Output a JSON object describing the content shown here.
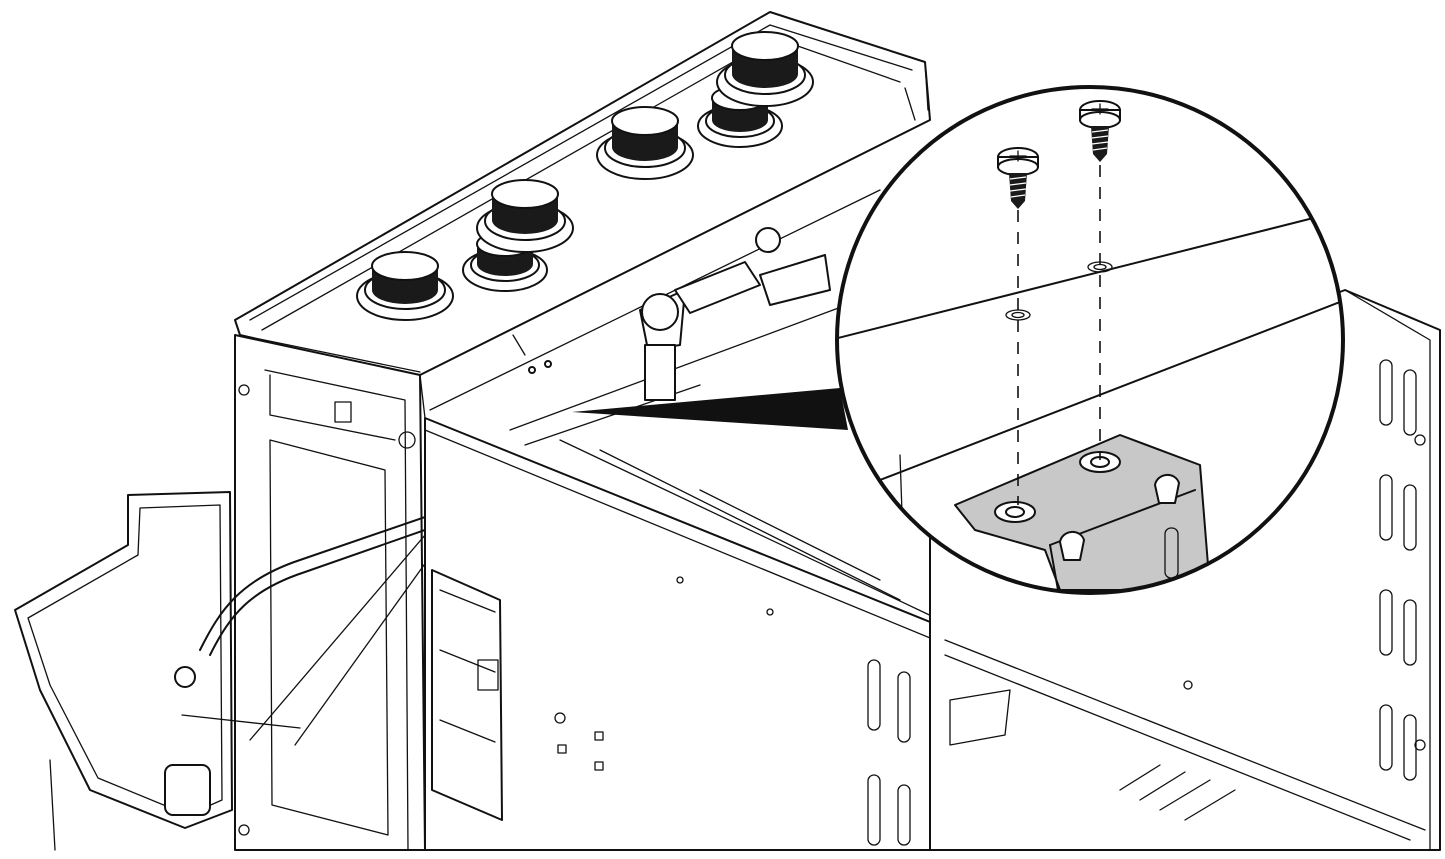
{
  "figure": {
    "type": "assembly-diagram",
    "subject": "range-backguard-to-side-panel-screw-installation",
    "colors": {
      "ink": "#111111",
      "paper": "#ffffff",
      "bracket_gray": "#c8c8c8",
      "knob_dark": "#1a1a1a"
    },
    "components": [
      {
        "name": "control-knob",
        "count": 6
      },
      {
        "name": "mounting-screw",
        "count": 2
      },
      {
        "name": "mounting-bracket",
        "count": 1
      },
      {
        "name": "gas-hose",
        "count": 1
      },
      {
        "name": "side-panel-left",
        "count": 1
      },
      {
        "name": "side-panel-right",
        "count": 1
      },
      {
        "name": "front-panel",
        "count": 1
      }
    ],
    "callout": {
      "shape": "magnified-circle",
      "shows": "screw-into-bracket-detail"
    }
  }
}
